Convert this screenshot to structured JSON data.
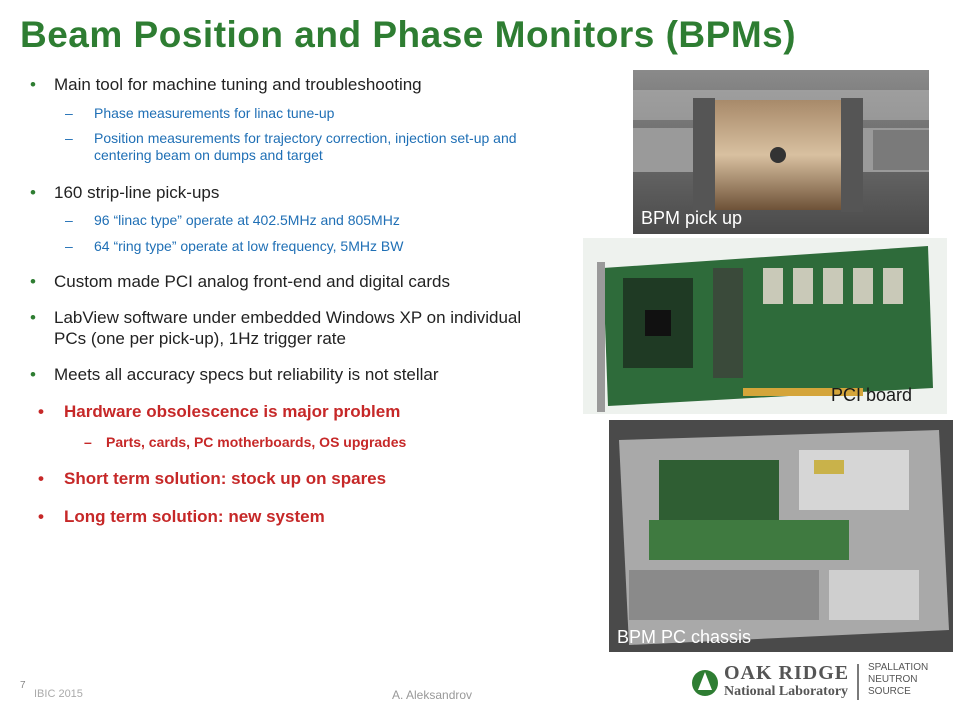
{
  "slide": {
    "title": "Beam Position and Phase Monitors (BPMs)",
    "bullets": {
      "main_tool": "Main tool for machine tuning and troubleshooting",
      "phase": "Phase measurements for linac tune-up",
      "position": "Position measurements for trajectory correction, injection set-up and centering beam on dumps and target",
      "count": "160     strip-line pick-ups",
      "linac": "96 “linac type” operate at 402.5MHz and 805MHz",
      "ring": "64 “ring type”  operate at low frequency, 5MHz BW",
      "custom": "Custom made PCI analog front-end and digital cards",
      "labview": "LabView software under embedded Windows XP on individual PCs (one per pick-up), 1Hz trigger rate",
      "meets": "Meets all accuracy specs but reliability is not stellar",
      "obsolescence": "Hardware obsolescence is major problem",
      "parts": "Parts, cards, PC motherboards, OS upgrades",
      "short_term": "Short term solution: stock up on spares",
      "long_term": "Long term solution: new system"
    },
    "photos": {
      "pickup_caption": "BPM pick up",
      "pci_caption": "PCI board",
      "chassis_caption": "BPM PC chassis"
    },
    "footer": {
      "page_number": "7",
      "conference": "IBIC 2015",
      "author": "A. Aleksandrov"
    },
    "logo": {
      "line1": "OAK RIDGE",
      "line2": "National Laboratory",
      "right1": "SPALLATION",
      "right2": "NEUTRON",
      "right3": "SOURCE"
    },
    "colors": {
      "title_green": "#2e7d32",
      "sub_blue": "#1f6fb5",
      "emphasis_red": "#c62828"
    }
  }
}
